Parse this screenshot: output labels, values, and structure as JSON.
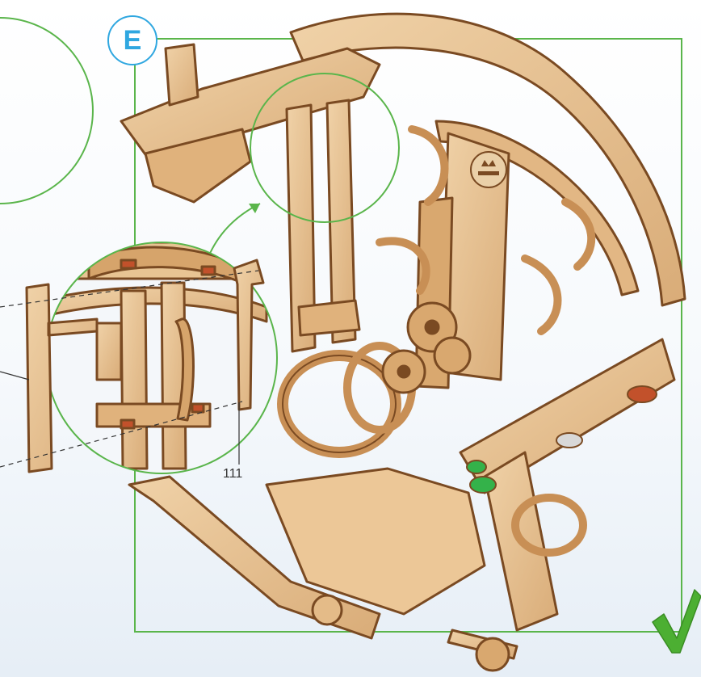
{
  "step": {
    "letter": "E"
  },
  "part": {
    "number": "111"
  },
  "icons": {
    "completion": "checkmark-icon",
    "brand": "ugears-logo"
  },
  "colors": {
    "frame": "#5ab54b",
    "badge": "#2fa7e0",
    "check": "#4caf32",
    "wood": "#e7c296",
    "wood_edge": "#7a4a22",
    "peg_red": "#c2512b",
    "button_green": "#34b24a"
  }
}
